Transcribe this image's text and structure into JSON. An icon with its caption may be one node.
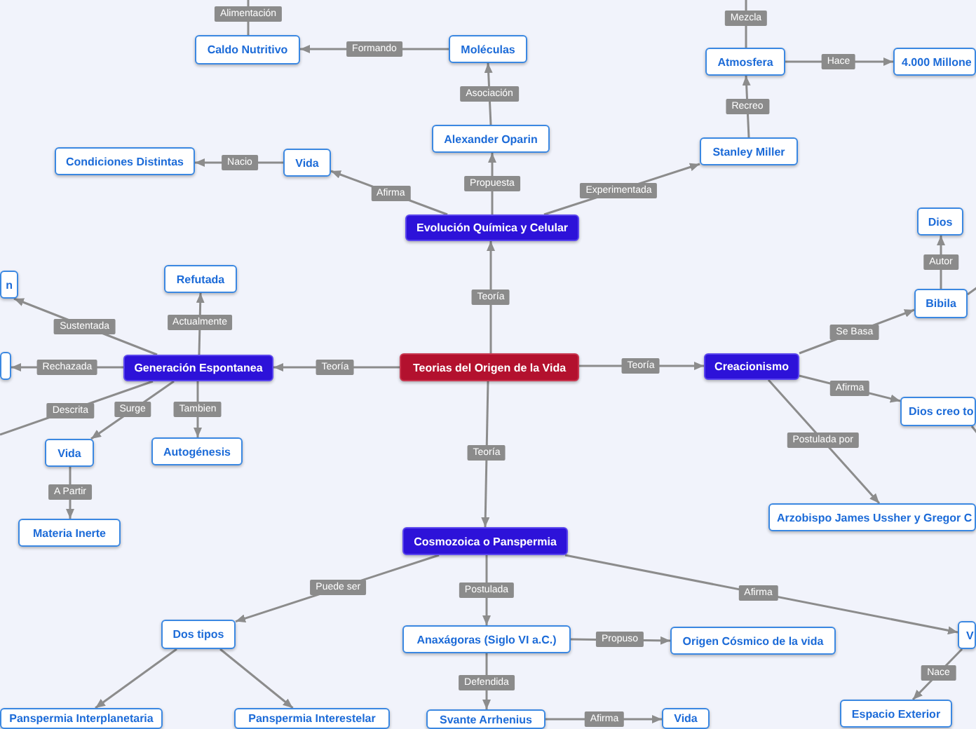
{
  "diagram": {
    "nodes": [
      {
        "text": [
          "Teorias del Origen de la Vida"
        ]
      },
      {
        "text": [
          "Evolución Química y Celular"
        ]
      },
      {
        "text": [
          "Alexander Oparin"
        ]
      },
      {
        "text": [
          "Moléculas"
        ]
      },
      {
        "text": [
          "Caldo Nutritivo"
        ]
      },
      {
        "text": [
          "Vida"
        ]
      },
      {
        "text": [
          "Condiciones Distintas"
        ]
      },
      {
        "text": [
          "Stanley Miller"
        ]
      },
      {
        "text": [
          "Atmosfera"
        ]
      },
      {
        "text": [
          "4.000 Millone"
        ]
      },
      {
        "text": [
          "Generación Espontanea"
        ]
      },
      {
        "text": [
          "Refutada"
        ]
      },
      {
        "text": [
          "n"
        ]
      },
      {
        "text": [],
        "shape": "box"
      },
      {
        "text": [
          "Vida"
        ]
      },
      {
        "text": [
          "Autogénesis"
        ]
      },
      {
        "text": [
          "Materia Inerte"
        ]
      },
      {
        "text": [
          "Creacionismo"
        ]
      },
      {
        "text": [
          "Bibila"
        ]
      },
      {
        "text": [
          "Dios"
        ]
      },
      {
        "text": [
          "Dios creo to"
        ]
      },
      {
        "text": [
          "Arzobispo James Ussher y Gregor C"
        ]
      },
      {
        "text": [
          "Cosmozoica o Panspermia"
        ]
      },
      {
        "text": [
          "Dos tipos"
        ]
      },
      {
        "text": [
          "Panspermia Interplanetaria"
        ]
      },
      {
        "text": [
          "Panspermia Interestelar"
        ]
      },
      {
        "text": [
          "Anaxágoras (Siglo VI a.C.)"
        ]
      },
      {
        "text": [
          "Origen Cósmico de la vida"
        ]
      },
      {
        "text": [
          "Svante Arrhenius"
        ]
      },
      {
        "text": [
          "Vida"
        ]
      },
      {
        "text": [
          "V"
        ]
      },
      {
        "text": [
          "Espacio Exterior"
        ]
      }
    ],
    "edges": [
      {
        "from": 0,
        "to": 1,
        "arrow": "to",
        "label": "Teoría"
      },
      {
        "from": 1,
        "to": 2,
        "arrow": "to",
        "label": "Propuesta"
      },
      {
        "from": 2,
        "to": 3,
        "arrow": "to",
        "label": "Asociación"
      },
      {
        "from": 3,
        "to": 4,
        "arrow": "to",
        "label": "Formando"
      },
      {
        "from": 4,
        "to": null,
        "arrow": "none",
        "label": "Alimentación"
      },
      {
        "from": 1,
        "to": 5,
        "arrow": "to",
        "label": "Afirma"
      },
      {
        "from": 5,
        "to": 6,
        "arrow": "to",
        "label": "Nacio"
      },
      {
        "from": 1,
        "to": 7,
        "arrow": "to",
        "label": "Experimentada"
      },
      {
        "from": 7,
        "to": 8,
        "arrow": "to",
        "label": "Recreo"
      },
      {
        "from": 8,
        "to": 9,
        "arrow": "to",
        "label": "Hace"
      },
      {
        "from": 8,
        "to": null,
        "arrow": "none",
        "label": "Mezcla"
      },
      {
        "from": 0,
        "to": 10,
        "arrow": "to",
        "label": "Teoría"
      },
      {
        "from": 10,
        "to": 11,
        "arrow": "to",
        "label": "Actualmente"
      },
      {
        "from": 10,
        "to": 12,
        "arrow": "to",
        "label": "Sustentada"
      },
      {
        "from": 10,
        "to": 13,
        "arrow": "to",
        "label": "Rechazada"
      },
      {
        "from": 10,
        "to": null,
        "arrow": "none",
        "label": "Descrita"
      },
      {
        "from": 10,
        "to": 14,
        "arrow": "to",
        "label": "Surge"
      },
      {
        "from": 10,
        "to": 15,
        "arrow": "to",
        "label": "Tambien"
      },
      {
        "from": 14,
        "to": 16,
        "arrow": "to",
        "label": "A Partir"
      },
      {
        "from": 0,
        "to": 17,
        "arrow": "to",
        "label": "Teoría"
      },
      {
        "from": 17,
        "to": 18,
        "arrow": "to",
        "label": "Se Basa"
      },
      {
        "from": 18,
        "to": 19,
        "arrow": "to",
        "label": "Autor"
      },
      {
        "from": 18,
        "to": null,
        "arrow": "none"
      },
      {
        "from": 17,
        "to": 20,
        "arrow": "to",
        "label": "Afirma"
      },
      {
        "from": 20,
        "to": null,
        "arrow": "none"
      },
      {
        "from": 17,
        "to": 21,
        "arrow": "to",
        "label": "Postulada por"
      },
      {
        "from": 0,
        "to": 22,
        "arrow": "to",
        "label": "Teoría"
      },
      {
        "from": 22,
        "to": 23,
        "arrow": "to",
        "label": "Puede ser"
      },
      {
        "from": 23,
        "to": 24,
        "arrow": "to"
      },
      {
        "from": 23,
        "to": 25,
        "arrow": "to"
      },
      {
        "from": 22,
        "to": 26,
        "arrow": "to",
        "label": "Postulada"
      },
      {
        "from": 26,
        "to": 27,
        "arrow": "to",
        "label": "Propuso"
      },
      {
        "from": 26,
        "to": 28,
        "arrow": "to",
        "label": "Defendida"
      },
      {
        "from": 28,
        "to": 29,
        "arrow": "to",
        "label": "Afirma"
      },
      {
        "from": 22,
        "to": 30,
        "arrow": "to",
        "label": "Afirma"
      },
      {
        "from": 30,
        "to": 31,
        "arrow": "to",
        "label": "Nace"
      }
    ]
  }
}
